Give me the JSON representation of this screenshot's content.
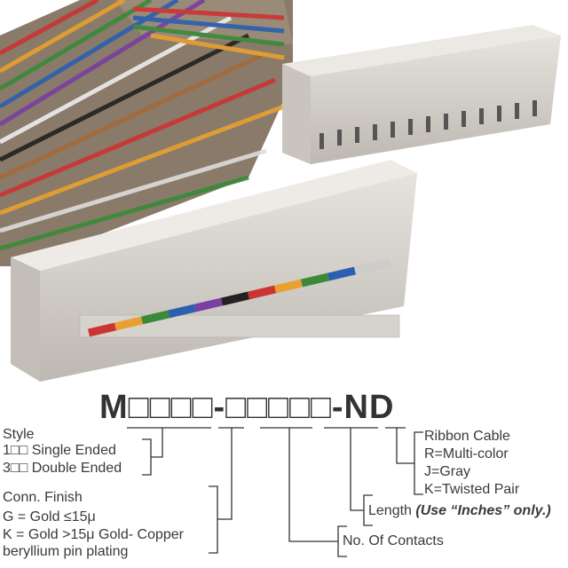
{
  "part_number": "M□□□□-□□□□□-ND",
  "style": {
    "heading": "Style",
    "options": [
      {
        "code": "1□□",
        "label": "Single Ended"
      },
      {
        "code": "3□□",
        "label": "Double Ended"
      }
    ]
  },
  "conn_finish": {
    "heading": "Conn. Finish",
    "lines": [
      "G = Gold ≤15μ",
      "K = Gold >15μ Gold- Copper",
      "beryllium pin plating"
    ]
  },
  "contacts": {
    "label": "No. Of Contacts"
  },
  "length": {
    "label": "Length",
    "note": "(Use “Inches” only.)"
  },
  "ribbon": {
    "heading": "Ribbon Cable",
    "options": [
      "R=Multi-color",
      "J=Gray",
      "K=Twisted Pair"
    ]
  },
  "colors": {
    "connector": "#d9d5cf",
    "text": "#333333"
  }
}
